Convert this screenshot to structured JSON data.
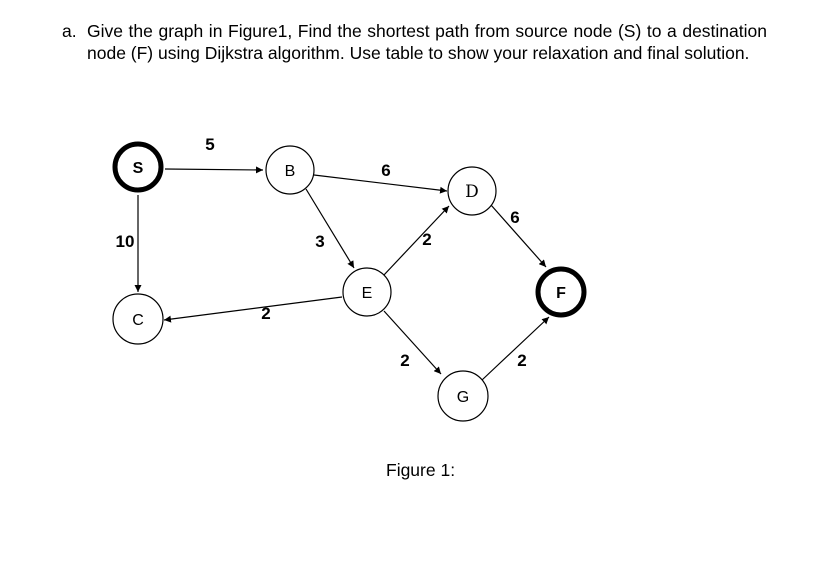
{
  "question": {
    "marker": "a.",
    "text": "Give the graph in Figure1, Find the shortest path from source node (S) to a destination node (F) using Dijkstra algorithm. Use table to show your relaxation and final solution."
  },
  "graph": {
    "nodes": {
      "S": "S",
      "B": "B",
      "C": "C",
      "D": "D",
      "E": "E",
      "F": "F",
      "G": "G"
    },
    "edges": {
      "s_b": "5",
      "s_c": "10",
      "b_d": "6",
      "b_e": "3",
      "e_d": "2",
      "e_c": "2",
      "e_g": "2",
      "d_f": "6",
      "g_f": "2"
    }
  },
  "caption": "Figure 1:"
}
